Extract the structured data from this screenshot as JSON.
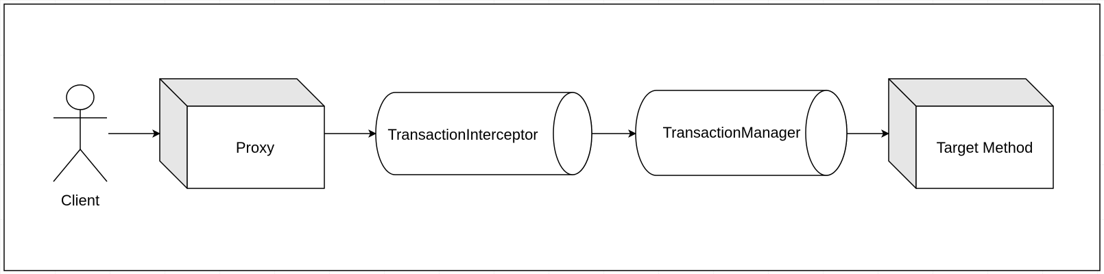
{
  "diagram": {
    "nodes": {
      "client": {
        "label": "Client",
        "shape": "actor"
      },
      "proxy": {
        "label": "Proxy",
        "shape": "cube"
      },
      "interceptor": {
        "label": "TransactionInterceptor",
        "shape": "horizontal-cylinder"
      },
      "manager": {
        "label": "TransactionManager",
        "shape": "horizontal-cylinder"
      },
      "target": {
        "label": "Target Method",
        "shape": "cube"
      }
    },
    "edges": [
      {
        "from": "client",
        "to": "proxy"
      },
      {
        "from": "proxy",
        "to": "interceptor"
      },
      {
        "from": "interceptor",
        "to": "manager"
      },
      {
        "from": "manager",
        "to": "target"
      }
    ]
  },
  "colors": {
    "stroke": "#000000",
    "cube_side": "#e6e6e6",
    "fill": "#ffffff",
    "grid": "#e8e8e8"
  }
}
